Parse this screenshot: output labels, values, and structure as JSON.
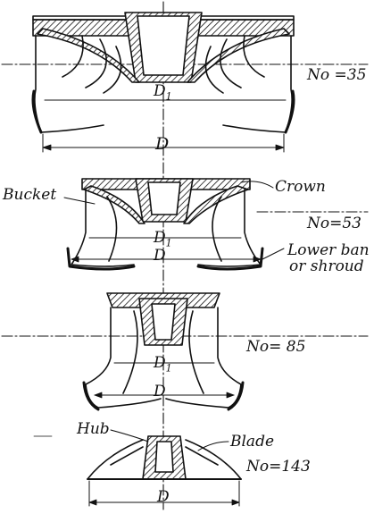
{
  "figures": [
    {
      "id": "runner-1",
      "ns": "No =35",
      "d1": "D",
      "d1_sub": "1",
      "d": "D"
    },
    {
      "id": "runner-2",
      "ns": "No=53",
      "d1": "D",
      "d1_sub": "1",
      "d": "D",
      "labels": {
        "bucket": "Bucket",
        "crown": "Crown",
        "lower_band_1": "Lower ban",
        "lower_band_2": "or shroud"
      }
    },
    {
      "id": "runner-3",
      "ns": "No= 85",
      "d1": "D",
      "d1_sub": "1",
      "d": "D"
    },
    {
      "id": "runner-4",
      "ns": "No=143",
      "d": "D",
      "labels": {
        "hub": "Hub",
        "blade": "Blade"
      }
    }
  ],
  "colors": {
    "ink": "#111111",
    "paper": "#ffffff"
  }
}
